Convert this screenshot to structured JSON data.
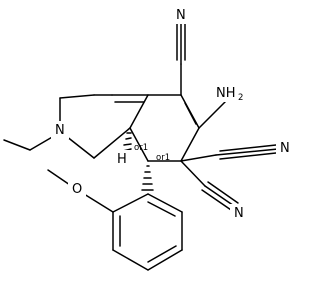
{
  "molecule": {
    "atoms": {
      "amine": "NH",
      "amine_subscript": "2",
      "nitrile_n_top": "N",
      "nitrile_n_right": "N",
      "nitrile_n_lower": "N",
      "ring_nitrogen": "N",
      "oxygen": "O",
      "stereo_hydrogen": "H"
    },
    "stereo_labels": {
      "c8a": "or1",
      "c8": "or1"
    }
  }
}
